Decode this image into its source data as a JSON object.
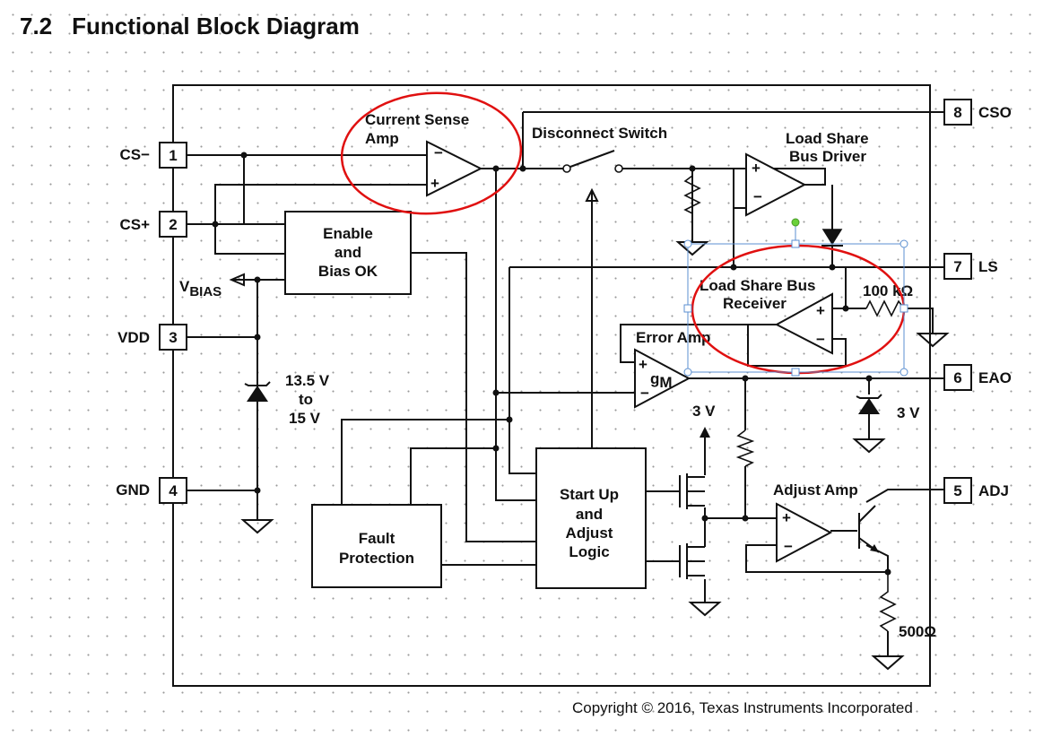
{
  "heading": {
    "number": "7.2",
    "title": "Functional Block Diagram"
  },
  "pins": [
    {
      "num": "1",
      "name": "CS−"
    },
    {
      "num": "2",
      "name": "CS+"
    },
    {
      "num": "3",
      "name": "VDD"
    },
    {
      "num": "4",
      "name": "GND"
    },
    {
      "num": "8",
      "name": "CSO"
    },
    {
      "num": "7",
      "name": "LS"
    },
    {
      "num": "6",
      "name": "EAO"
    },
    {
      "num": "5",
      "name": "ADJ"
    }
  ],
  "blocks": {
    "current_sense_amp": [
      "Current Sense",
      "Amp"
    ],
    "disconnect_switch": "Disconnect Switch",
    "load_share_bus_driver": [
      "Load Share",
      "Bus Driver"
    ],
    "enable_bias_ok": [
      "Enable",
      "and",
      "Bias OK"
    ],
    "load_share_bus_receiver": [
      "Load Share Bus",
      "Receiver"
    ],
    "error_amp": "Error Amp",
    "gm": [
      "g",
      "M"
    ],
    "start_up_adjust_logic": [
      "Start Up",
      "and",
      "Adjust",
      "Logic"
    ],
    "fault_protection": [
      "Fault",
      "Protection"
    ],
    "adjust_amp": "Adjust Amp"
  },
  "signals": {
    "vbias": [
      "V",
      "BIAS"
    ],
    "zener_voltage": [
      "13.5 V",
      "to",
      "15 V"
    ],
    "resistor_100k": "100 kΩ",
    "ref_3v_a": "3 V",
    "ref_3v_b": "3 V",
    "resistor_500": "500Ω",
    "plus": "+",
    "minus": "−"
  },
  "copyright": "Copyright © 2016, Texas Instruments Incorporated",
  "colors": {
    "annotation": "#e01010",
    "selection": "#5b8fd0",
    "handle_rotate": "#6ad13a"
  }
}
